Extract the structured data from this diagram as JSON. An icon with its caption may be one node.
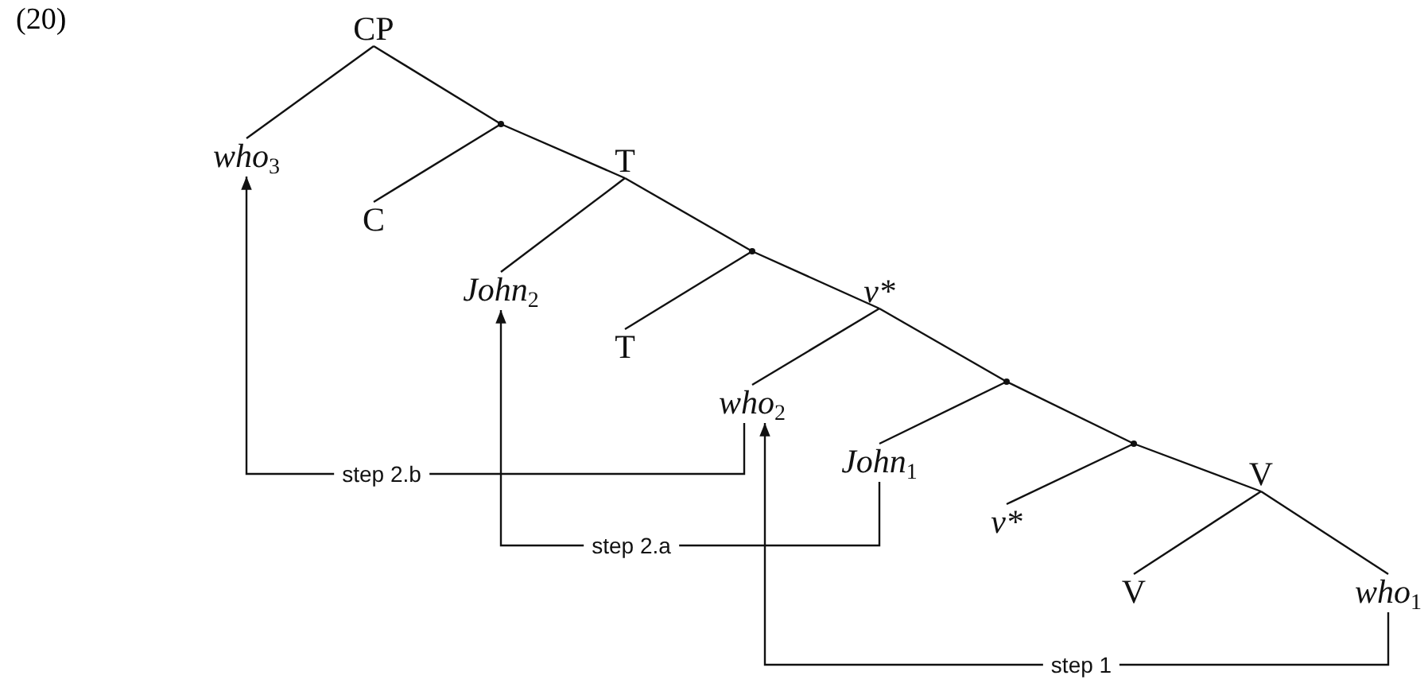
{
  "diagram": {
    "nodes": [
      {
        "text": [
          "CP"
        ]
      },
      {
        "text": [
          "*who*$_{3}$"
        ]
      },
      {
        "text": [],
        "shape": "point"
      },
      {
        "text": [
          "C"
        ]
      },
      {
        "text": [
          "T"
        ]
      },
      {
        "text": [
          "*John*$_{2}$"
        ]
      },
      {
        "text": [],
        "shape": "point"
      },
      {
        "text": [
          "T"
        ]
      },
      {
        "text": [
          "v*"
        ]
      },
      {
        "text": [
          "*who*$_{2}$"
        ]
      },
      {
        "text": [],
        "shape": "point"
      },
      {
        "text": [
          "*John*$_{1}$"
        ]
      },
      {
        "text": [],
        "shape": "point"
      },
      {
        "text": [
          "v*"
        ]
      },
      {
        "text": [
          "V"
        ]
      },
      {
        "text": [
          "V"
        ]
      },
      {
        "text": [
          "*who*$_{1}$"
        ]
      }
    ],
    "edges": [
      {
        "from": 0,
        "to": 1,
        "arrow": "none"
      },
      {
        "from": 0,
        "to": 2,
        "arrow": "none"
      },
      {
        "from": 2,
        "to": 3,
        "arrow": "none"
      },
      {
        "from": 2,
        "to": 4,
        "arrow": "none"
      },
      {
        "from": 4,
        "to": 5,
        "arrow": "none"
      },
      {
        "from": 4,
        "to": 6,
        "arrow": "none"
      },
      {
        "from": 6,
        "to": 7,
        "arrow": "none"
      },
      {
        "from": 6,
        "to": 8,
        "arrow": "none"
      },
      {
        "from": 8,
        "to": 9,
        "arrow": "none"
      },
      {
        "from": 8,
        "to": 10,
        "arrow": "none"
      },
      {
        "from": 10,
        "to": 11,
        "arrow": "none"
      },
      {
        "from": 10,
        "to": 12,
        "arrow": "none"
      },
      {
        "from": 12,
        "to": 13,
        "arrow": "none"
      },
      {
        "from": 12,
        "to": 14,
        "arrow": "none"
      },
      {
        "from": 14,
        "to": 15,
        "arrow": "none"
      },
      {
        "from": 14,
        "to": 16,
        "arrow": "none"
      },
      {
        "from": 9,
        "to": 1,
        "arrow": "to",
        "label": "step 2.b"
      },
      {
        "from": 11,
        "to": 5,
        "arrow": "to",
        "label": "step 2.a"
      },
      {
        "from": 16,
        "to": 9,
        "arrow": "to",
        "label": "step 1"
      }
    ],
    "labels": [
      "(20)"
    ]
  }
}
